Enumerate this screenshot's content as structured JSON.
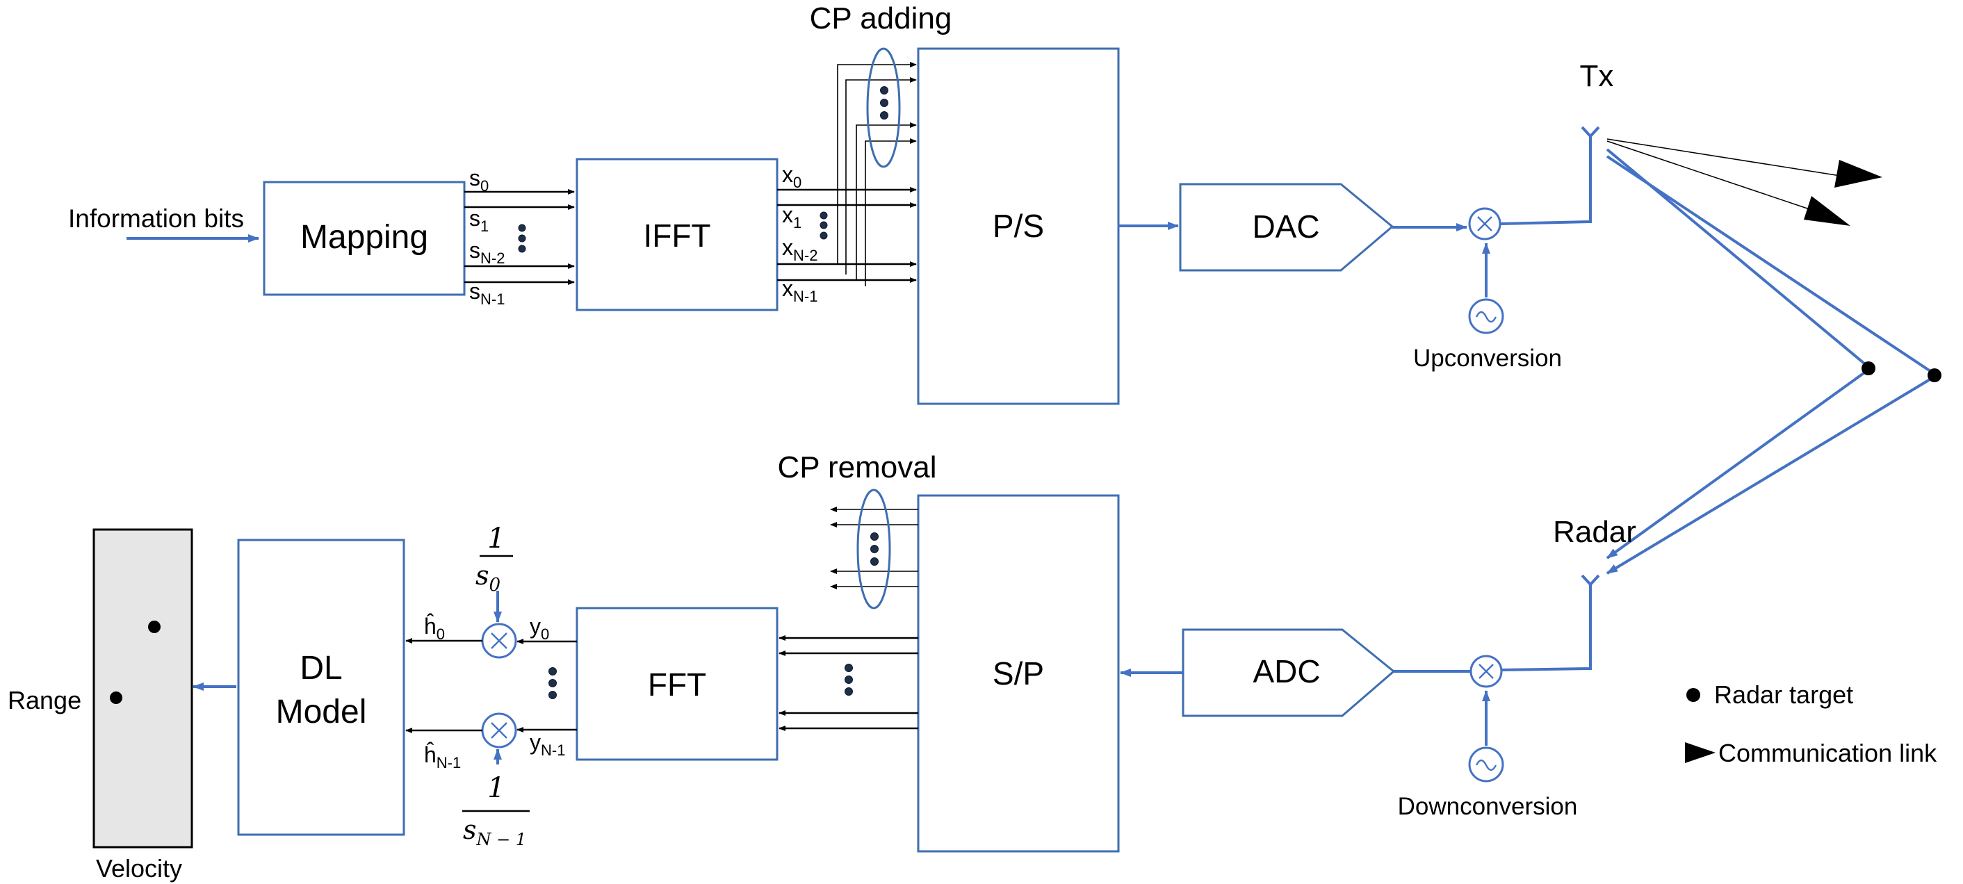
{
  "labels": {
    "information_bits": "Information bits",
    "mapping": "Mapping",
    "ifft": "IFFT",
    "ps": "P/S",
    "dac": "DAC",
    "tx": "Tx",
    "cp_adding": "CP adding",
    "upconversion": "Upconversion",
    "radar": "Radar",
    "cp_removal": "CP removal",
    "sp": "S/P",
    "adc": "ADC",
    "downconversion": "Downconversion",
    "fft": "FFT",
    "dl_model_line1": "DL",
    "dl_model_line2": "Model",
    "range": "Range",
    "velocity": "Velocity"
  },
  "symbols": {
    "s0": {
      "base": "s",
      "sub": "0"
    },
    "s1": {
      "base": "s",
      "sub": "1"
    },
    "sN2": {
      "base": "s",
      "sub": "N-2"
    },
    "sN1": {
      "base": "s",
      "sub": "N-1"
    },
    "x0": {
      "base": "x",
      "sub": "0"
    },
    "x1": {
      "base": "x",
      "sub": "1"
    },
    "xN2": {
      "base": "x",
      "sub": "N-2"
    },
    "xN1": {
      "base": "x",
      "sub": "N-1"
    },
    "y0": {
      "base": "y",
      "sub": "0"
    },
    "yN1": {
      "base": "y",
      "sub": "N-1"
    },
    "h0": {
      "base": "ĥ",
      "sub": "0"
    },
    "hN1": {
      "base": "ĥ",
      "sub": "N-1"
    }
  },
  "fractions": {
    "f0": {
      "num": "1",
      "den_base": "s",
      "den_sub": "0"
    },
    "fN1": {
      "num": "1",
      "den_base": "s",
      "den_sub": "N − 1"
    }
  },
  "legend": {
    "radar_target": "Radar target",
    "communication_link": "Communication link"
  },
  "colors": {
    "block_border": "#3e6eb0",
    "signal_line": "#4472c4",
    "arrow": "#000000",
    "output_panel": "#e6e6e6"
  }
}
